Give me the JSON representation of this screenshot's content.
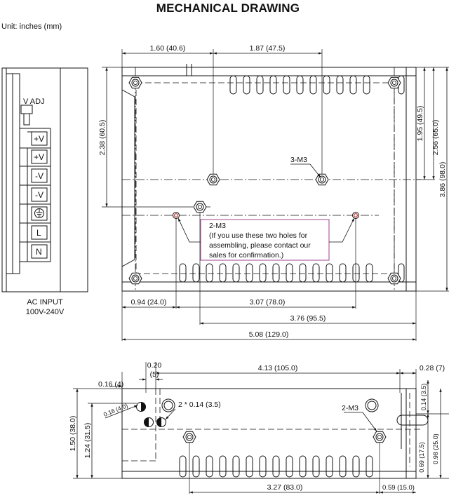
{
  "title": "MECHANICAL DRAWING",
  "unit": "Unit: inches (mm)",
  "terminals": {
    "vadj": "V ADJ",
    "pos1": "+V",
    "pos2": "+V",
    "neg1": "-V",
    "neg2": "-V",
    "line": "L",
    "neutral": "N"
  },
  "ac_input": [
    "AC INPUT",
    "100V-240V"
  ],
  "top_view": {
    "dim_w1": "1.60 (40.6)",
    "dim_w2": "1.87 (47.5)",
    "dim_h_left": "2.38 (60.5)",
    "dim_h1": "1.95 (49.5)",
    "dim_h2": "2.56 (65.0)",
    "dim_h3": "3.86 (98.0)",
    "label_3m3": "3-M3",
    "label_2m3": "2-M3",
    "note_lines": [
      "(If you use these two holes for",
      "assembling, please contact our",
      "sales for confirmation.)"
    ],
    "dim_b1": "0.94 (24.0)",
    "dim_b2": "3.07 (78.0)",
    "dim_b3": "3.76 (95.5)",
    "dim_b4": "5.08 (129.0)"
  },
  "side_view": {
    "dim_020": "0.20",
    "dim_5": "(5)",
    "dim_413": "4.13 (105.0)",
    "dim_028": "0.28 (7)",
    "dim_016": "0.16 (4)",
    "dim_016d": "0.16 (4.0)",
    "dim_2x014": "2 * 0.14 (3.5)",
    "label_2m3": "2-M3",
    "dim_014v": "0.14 (3.5)",
    "dim_150": "1.50 (38.0)",
    "dim_124": "1.24 (31.5)",
    "dim_069": "0.69 (17.5)",
    "dim_098": "0.98 (25.0)",
    "dim_327": "3.27 (83.0)",
    "dim_059": "0.59 (15.0)"
  }
}
